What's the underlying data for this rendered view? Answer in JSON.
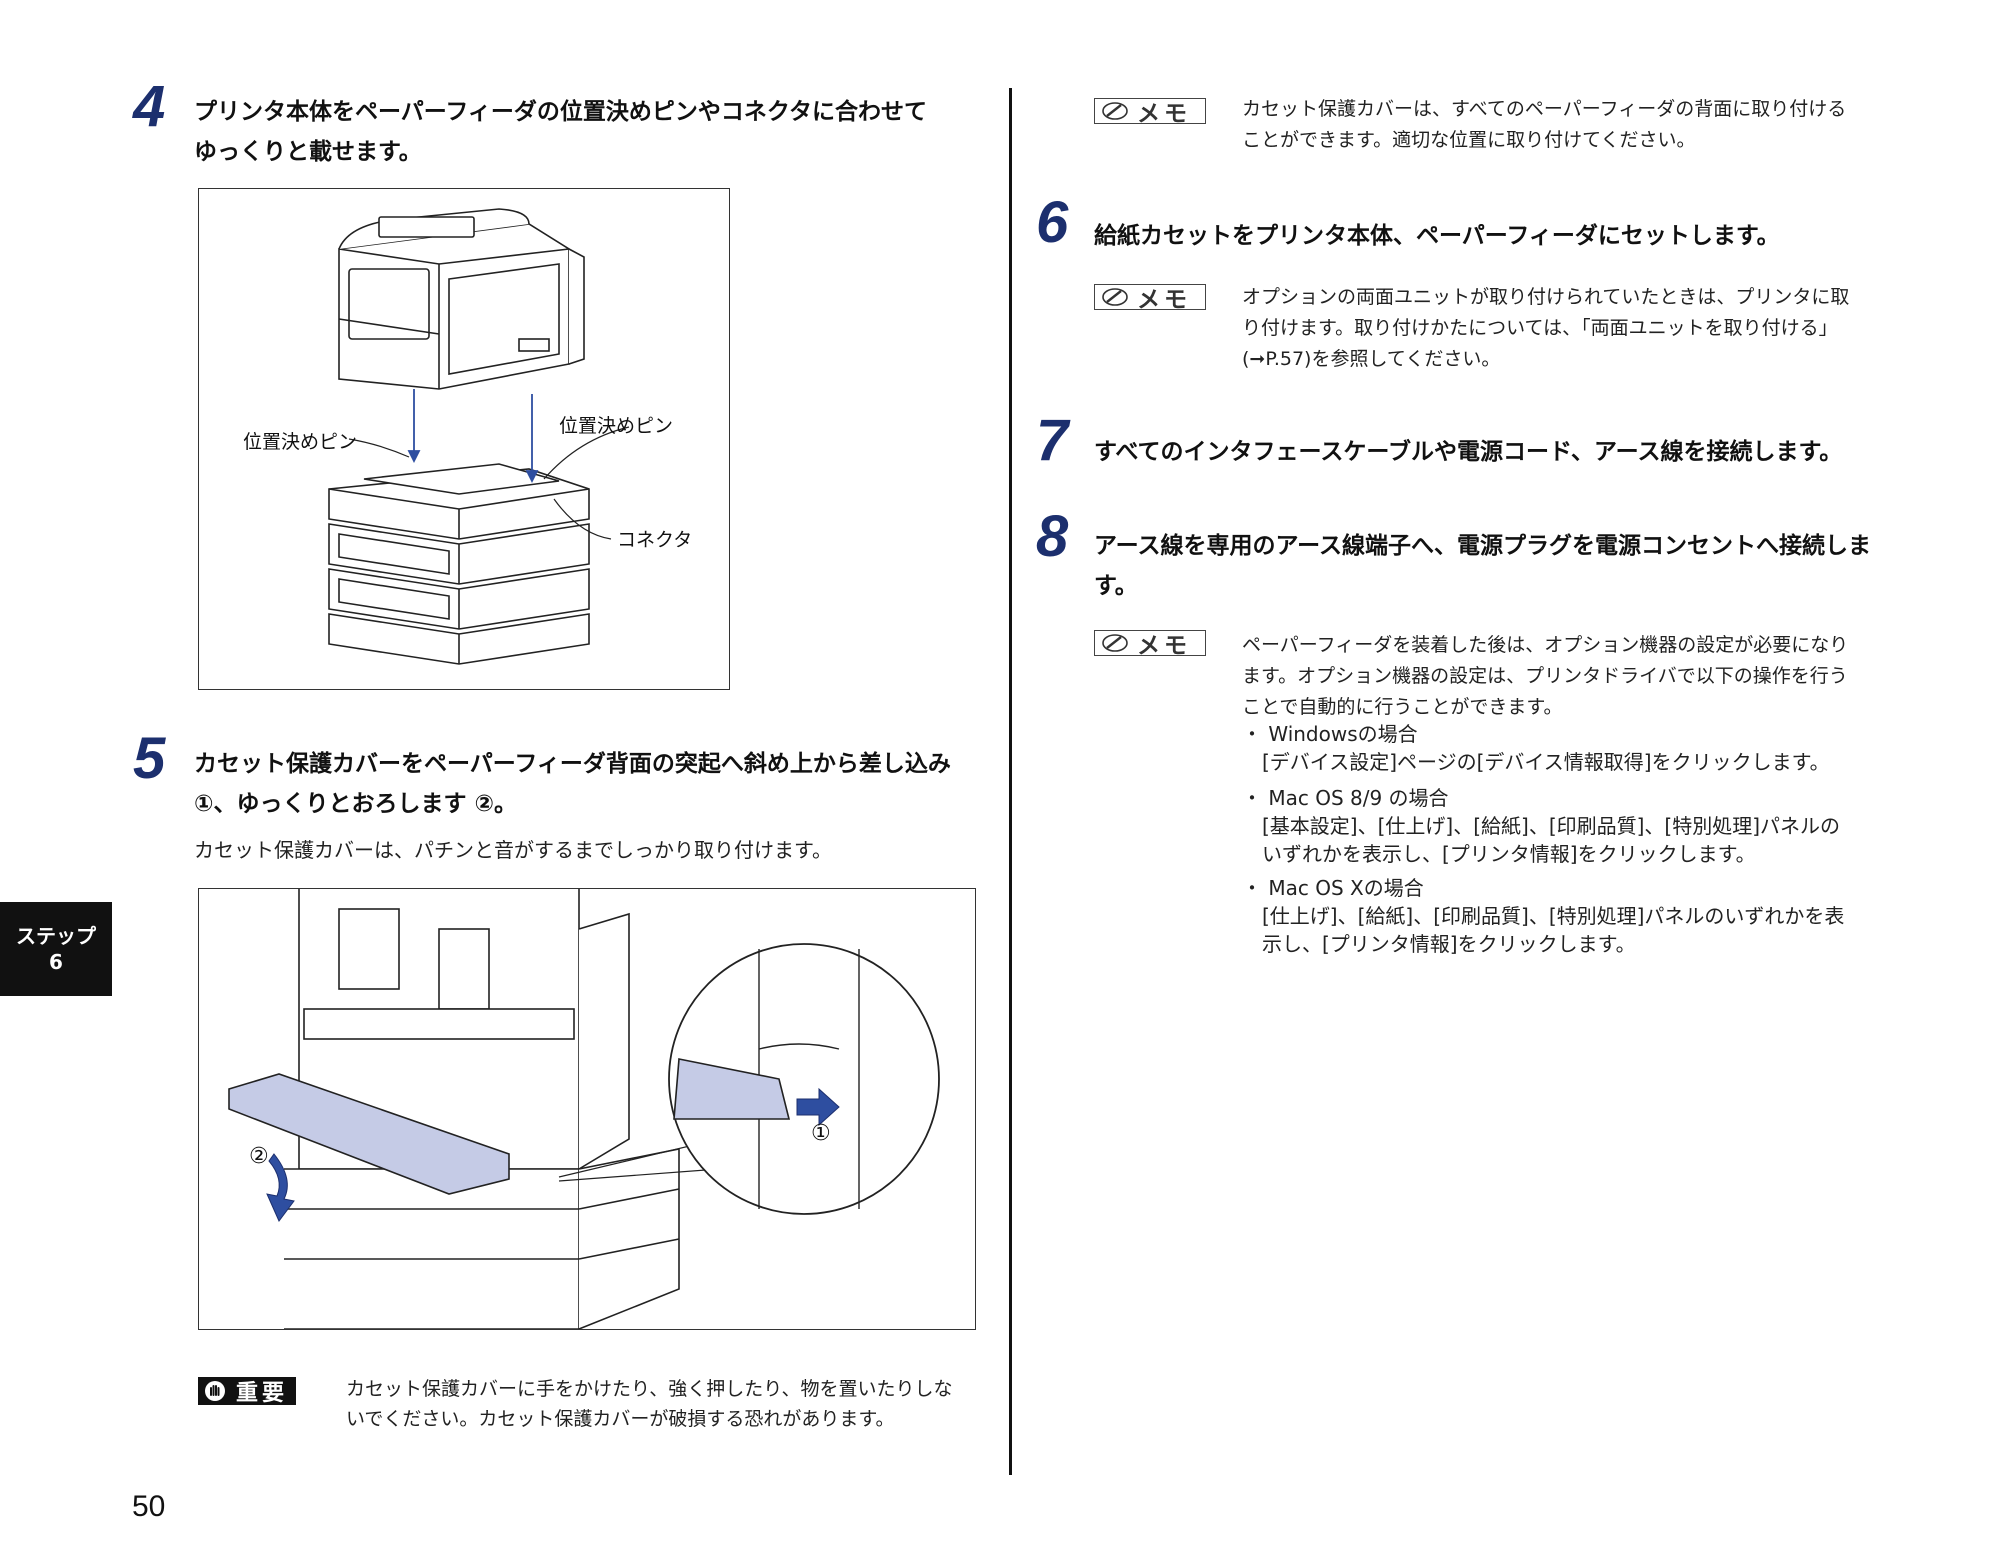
{
  "step4": {
    "number": "4",
    "heading_line1": "プリンタ本体をペーパーフィーダの位置決めピンやコネクタに合わせて",
    "heading_line2": "ゆっくりと載せます。",
    "callout_pin_left": "位置決めピン",
    "callout_pin_right": "位置決めピン",
    "callout_connector": "コネクタ"
  },
  "step5": {
    "number": "5",
    "heading_line1": "カセット保護カバーをペーパーフィーダ背面の突起へ斜め上から差し込み",
    "heading_line2": "①、ゆっくりとおろします ②。",
    "body": "カセット保護カバーは、パチンと音がするまでしっかり取り付けます。",
    "fig_marker1": "①",
    "fig_marker2": "②"
  },
  "important": {
    "badge": "重要",
    "line1": "カセット保護カバーに手をかけたり、強く押したり、物を置いたりしな",
    "line2": "いでください。カセット保護カバーが破損する恐れがあります。"
  },
  "memo1": {
    "badge": "メモ",
    "line1": "カセット保護カバーは、すべてのペーパーフィーダの背面に取り付ける",
    "line2": "ことができます。適切な位置に取り付けてください。"
  },
  "step6": {
    "number": "6",
    "heading": "給紙カセットをプリンタ本体、ペーパーフィーダにセットします。"
  },
  "memo2": {
    "badge": "メモ",
    "line1": "オプションの両面ユニットが取り付けられていたときは、プリンタに取",
    "line2": "り付けます。取り付けかたについては、「両面ユニットを取り付ける」",
    "line3": "(➞P.57)を参照してください。"
  },
  "step7": {
    "number": "7",
    "heading": "すべてのインタフェースケーブルや電源コード、アース線を接続します。"
  },
  "step8": {
    "number": "8",
    "heading_line1": "アース線を専用のアース線端子へ、電源プラグを電源コンセントへ接続しま",
    "heading_line2": "す。"
  },
  "memo3": {
    "badge": "メモ",
    "line1": "ペーパーフィーダを装着した後は、オプション機器の設定が必要になり",
    "line2": "ます。オプション機器の設定は、プリンタドライバで以下の操作を行う",
    "line3": "ことで自動的に行うことができます。",
    "items": [
      {
        "title": "・ Windowsの場合",
        "text1": "[デバイス設定]ページの[デバイス情報取得]をクリックします。",
        "text2": ""
      },
      {
        "title": "・ Mac OS 8/9 の場合",
        "text1": "[基本設定]、[仕上げ]、[給紙]、[印刷品質]、[特別処理]パネルの",
        "text2": "いずれかを表示し、[プリンタ情報]をクリックします。"
      },
      {
        "title": "・ Mac OS Xの場合",
        "text1": "[仕上げ]、[給紙]、[印刷品質]、[特別処理]パネルのいずれかを表",
        "text2": "示し、[プリンタ情報]をクリックします。"
      }
    ]
  },
  "side_tab": {
    "line1": "ステップ",
    "line2": "6"
  },
  "page_number": "50",
  "colors": {
    "step_number": "#1c2f6e",
    "cover_fill": "#c5cbe6",
    "arrow": "#2e4ea0"
  }
}
